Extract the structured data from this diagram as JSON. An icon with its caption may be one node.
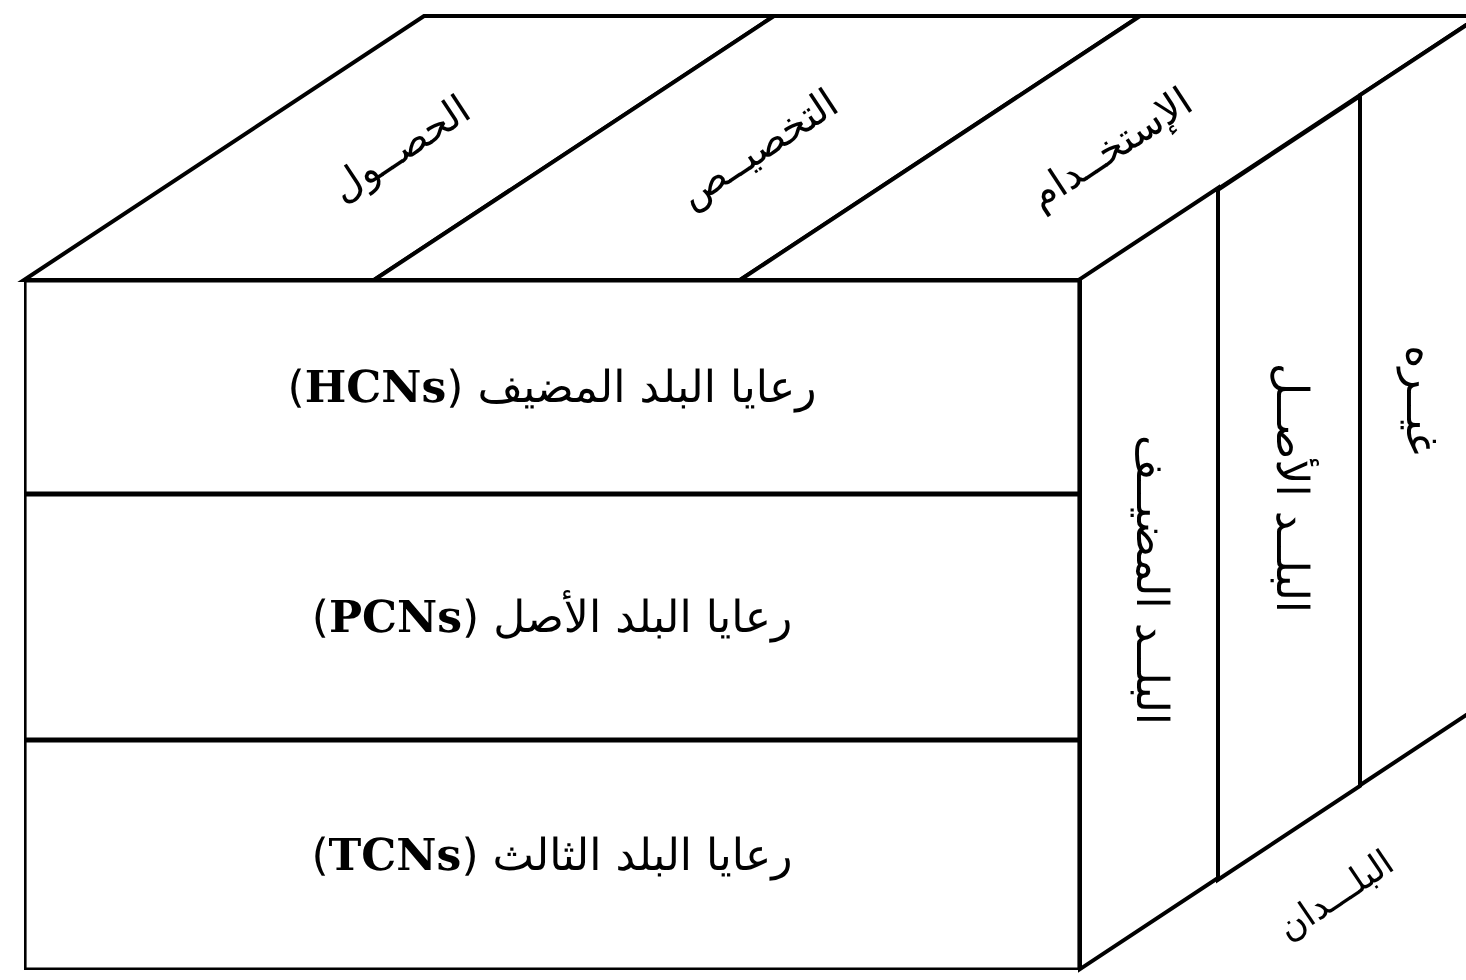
{
  "diagram": {
    "nodes": [
      {
        "text": [
          "الحصــول"
        ]
      },
      {
        "text": [
          "التخصيــص"
        ]
      },
      {
        "text": [
          "الإستخــدام"
        ]
      },
      {
        "text": [
          "رعايا البلد المضيف (**HCNs**)"
        ]
      },
      {
        "text": [
          "رعايا البلد الأصل (**PCNs**)"
        ]
      },
      {
        "text": [
          "رعايا البلد الثالث (**TCNs**)"
        ]
      },
      {
        "text": [
          "البلــد المضيــف"
        ]
      },
      {
        "text": [
          "البلــد الأصــل"
        ]
      },
      {
        "text": [
          "غيــره"
        ]
      }
    ],
    "labels": [
      "البلـــدان"
    ]
  }
}
